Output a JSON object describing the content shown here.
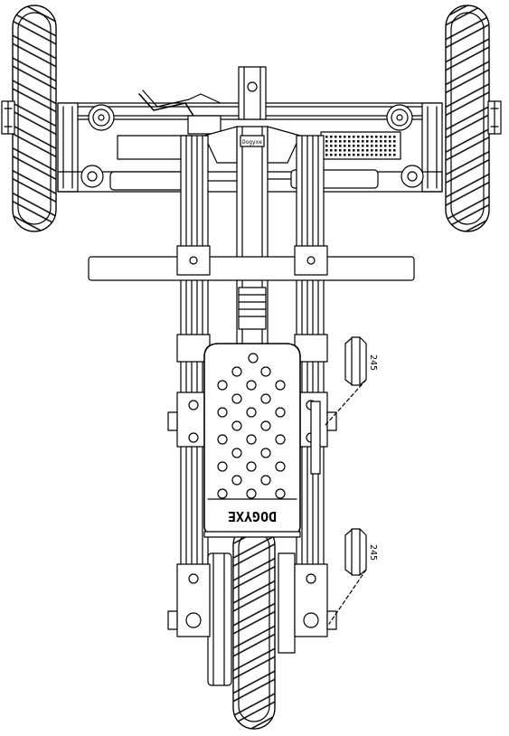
{
  "drawing": {
    "brand_text": "DOGYXE",
    "small_label": "Dogyxe",
    "callouts": [
      {
        "label": "245"
      },
      {
        "label": "245"
      }
    ]
  },
  "colors": {
    "line": "#000000",
    "background": "#ffffff"
  }
}
